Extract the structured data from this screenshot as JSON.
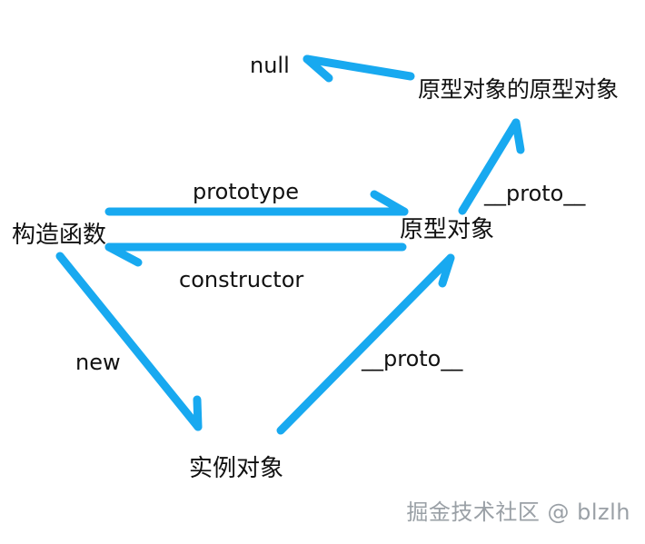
{
  "nodes": {
    "null_label": "null",
    "prototype_of_prototype": "原型对象的原型对象",
    "constructor_fn": "构造函数",
    "prototype_object": "原型对象",
    "instance_object": "实例对象"
  },
  "edges": {
    "prototype": "prototype",
    "constructor": "constructor",
    "new": "new",
    "proto_instance": "__proto__",
    "proto_prototype": "__proto__"
  },
  "watermark": "掘金技术社区 @ blzlh",
  "colors": {
    "arrow": "#18a9f0",
    "text": "#111111",
    "watermark": "#9aa0a6"
  }
}
